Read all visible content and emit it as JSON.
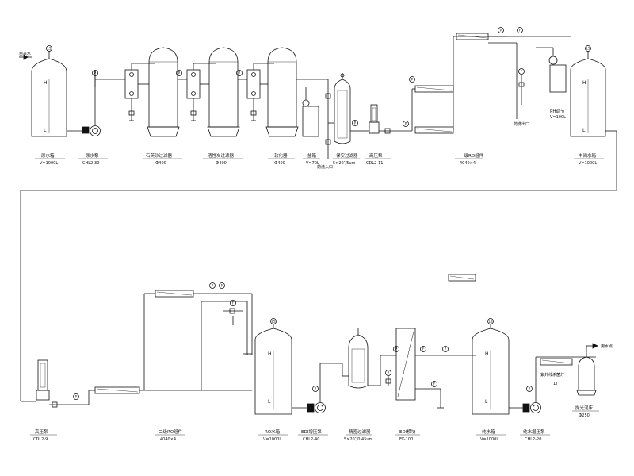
{
  "top_row": {
    "inlet_label": "自来水",
    "equipment": [
      {
        "name": "原水箱",
        "spec": "V=1000L"
      },
      {
        "name": "原水泵",
        "spec": "CHL2-30"
      },
      {
        "name": "石英砂过滤器",
        "spec": "Ф400"
      },
      {
        "name": "活性炭过滤器",
        "spec": "Ф400"
      },
      {
        "name": "软化器",
        "spec": "Ф400"
      },
      {
        "name": "盐箱",
        "spec": "V=70L"
      },
      {
        "name": "保安过滤器",
        "spec": "5×20″/5um"
      },
      {
        "name": "高压泵",
        "spec": "CDL2-11"
      },
      {
        "name": "一级RO组件",
        "spec": "4040×4"
      },
      {
        "name": "PH调节",
        "spec": "V=100L"
      },
      {
        "name": "中间水箱",
        "spec": "V=1000L"
      }
    ],
    "notes": {
      "chem_inlet": "药洗入口",
      "chem_outlet": "药洗出口"
    }
  },
  "bottom_row": {
    "equipment": [
      {
        "name": "高压泵",
        "spec": "CDL2-9"
      },
      {
        "name": "二级RO组件",
        "spec": "4040×4"
      },
      {
        "name": "RO水箱",
        "spec": "V=1000L"
      },
      {
        "name": "EDI增压泵",
        "spec": "CHL2-40"
      },
      {
        "name": "精密过滤器",
        "spec": "5×20″/0.45um"
      },
      {
        "name": "EDI模块",
        "spec": "EK-100"
      },
      {
        "name": "纯水箱",
        "spec": "V=1000L"
      },
      {
        "name": "纯水增压泵",
        "spec": "CHL2-20"
      },
      {
        "name": "抛光混床",
        "spec": "Ф250"
      }
    ],
    "uv_label": "紫外线杀菌灯",
    "uv_spec": "1T",
    "outlet_label": "用水点"
  },
  "gauge_symbols": {
    "level": "LS",
    "pressure": "P",
    "flow": "F"
  },
  "tank_levels": {
    "high": "H",
    "low": "L"
  }
}
